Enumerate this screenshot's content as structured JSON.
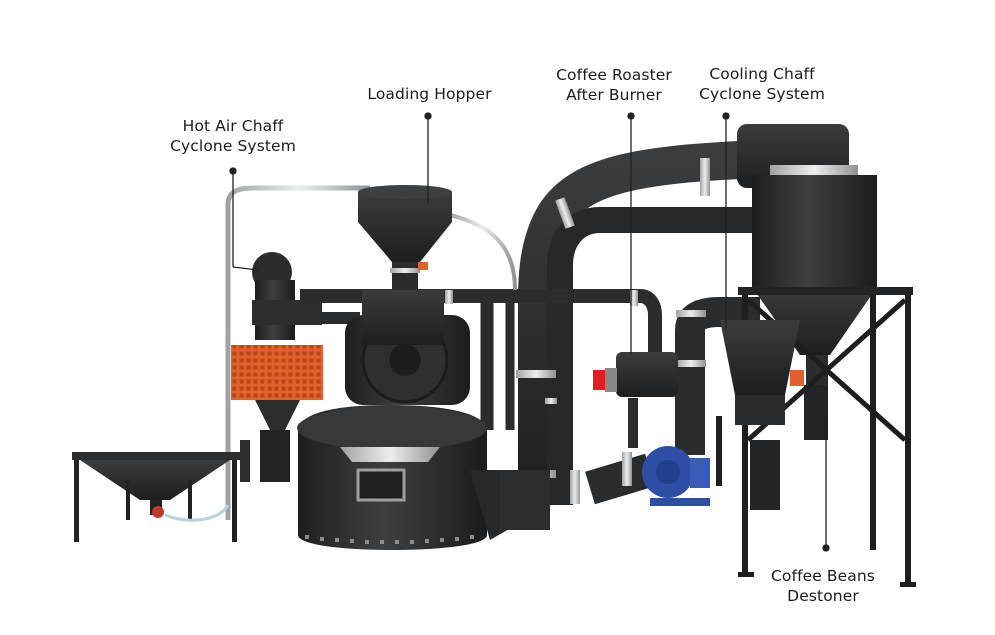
{
  "labels": {
    "hot_air_chaff_cyclone": [
      "Hot Air Chaff",
      "Cyclone System"
    ],
    "loading_hopper": [
      "Loading Hopper"
    ],
    "after_burner": [
      "Coffee Roaster",
      "After Burner"
    ],
    "cooling_chaff_cyclone": [
      "Cooling Chaff",
      "Cyclone System"
    ],
    "destoner": [
      "Coffee Beans",
      "Destoner"
    ]
  },
  "colors": {
    "machine": "#2b2d2f",
    "machine_dark": "#1a1b1c",
    "steel": "#c9cbcc",
    "accent_orange": "#e0622a",
    "blower_blue": "#2f4fa6",
    "leader_line": "#222222"
  }
}
